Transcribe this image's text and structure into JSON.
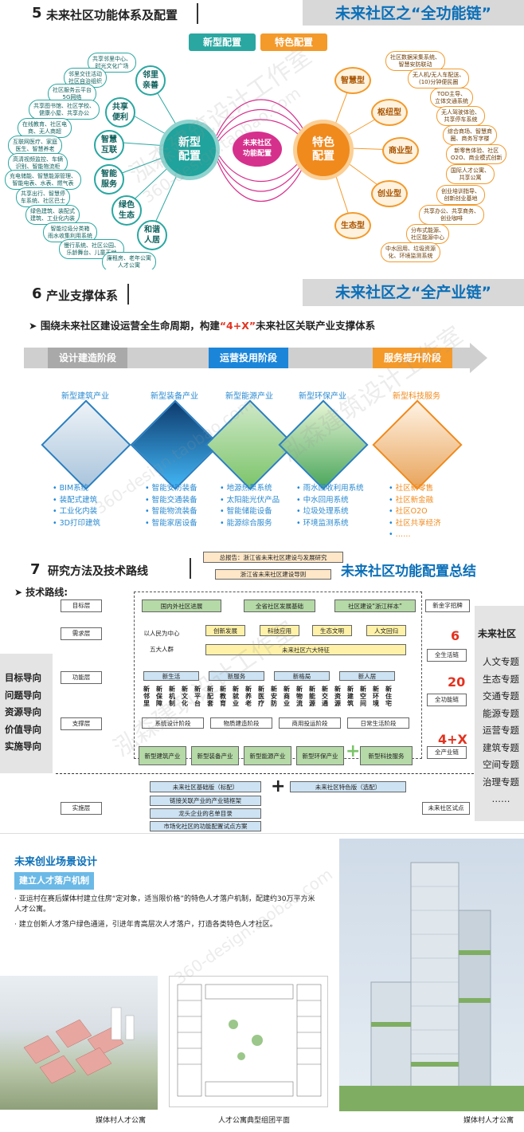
{
  "sec5": {
    "num": "5",
    "title": "未来社区功能体系及配置",
    "banner": "未来社区之“全功能链”",
    "tag_new": "新型配置",
    "tag_special": "特色配置",
    "center": "未来社区\n功能配置",
    "left_hub": "新型\n配置",
    "right_hub": "特色\n配置",
    "left_nodes": [
      "邻里\n亲善",
      "共享\n便利",
      "智慧\n互联",
      "智能\n服务",
      "绿色\n生态",
      "和谐\n人居"
    ],
    "right_nodes": [
      "智慧型",
      "枢纽型",
      "商业型",
      "创业型",
      "生态型"
    ],
    "left_leaves": [
      "共享邻里中心、\n时光文化广场",
      "邻里交往活动\n社区自治组织",
      "社区服务云平台\n5G网络",
      "共享图书馆、社区学校、\n健康小屋、共享办公",
      "在线教育、社区电\n商、无人商超",
      "互联网医疗、家庭\n医生、智慧养老",
      "高清视频监控、车辆\n识别、智能物流柜",
      "充电储能、智慧能源管理、\n智能电表、水表、燃气表",
      "共享出行、智慧停\n车系统、社区巴士",
      "绿色建筑、装配式\n建筑、工业化内装",
      "智能垃圾分类箱\n雨水收集利用系统",
      "慢行系统、社区公园、\n乐龄舞台、儿童天地",
      "廉租房、老年公寓\n人才公寓"
    ],
    "right_leaves": [
      "社区数据采集系统、\n智慧安防联动",
      "无人机/无人车配送、\n(10)分钟便民圈",
      "TOD主导、\n立体交通系统",
      "无人驾驶体验、\n共享停车系统",
      "综合商场、智慧商\n圈、商务写字楼",
      "新零售体验、社区\nO2O、商业模式创新",
      "国际人才公寓、\n共享公寓",
      "创业培训指导、\n创新创业基地",
      "共享办公、共享商务、\n创业咖啡",
      "分布式能源、\n社区能源中心",
      "中水回用、垃圾资源\n化、环境监测系统"
    ]
  },
  "sec6": {
    "num": "6",
    "title": "产业支撑体系",
    "banner": "未来社区之“全产业链”",
    "headline_pre": "围绕未来社区建设运营全生命周期，构建",
    "headline_hl": "“4+X”",
    "headline_post": "未来社区关联产业支撑体系",
    "stages": [
      "设计建造阶段",
      "运营投用阶段",
      "服务提升阶段"
    ],
    "industries": [
      {
        "name": "新型建筑产业",
        "items": [
          "BIM系统",
          "装配式建筑",
          "工业化内装",
          "3D打印建筑"
        ]
      },
      {
        "name": "新型装备产业",
        "items": [
          "智能安防装备",
          "智能交通装备",
          "智能物流装备",
          "智能家居设备"
        ]
      },
      {
        "name": "新型能源产业",
        "items": [
          "地源热泵系统",
          "太阳能光伏产品",
          "智能储能设备",
          "能源综合服务"
        ]
      },
      {
        "name": "新型环保产业",
        "items": [
          "雨水回收利用系统",
          "中水回用系统",
          "垃圾处理系统",
          "环境监测系统"
        ]
      },
      {
        "name": "新型科技服务",
        "items": [
          "社区新零售",
          "社区新金融",
          "社区O2O",
          "社区共享经济",
          "……"
        ]
      }
    ]
  },
  "sec7": {
    "num": "7",
    "title": "研究方法及技术路线",
    "banner": "未来社区功能配置总结",
    "tech_route": "技术路线:",
    "top_box1": "总报告：浙江省未来社区建设与发展研究",
    "top_box2": "浙江省未来社区建设导则",
    "layers": [
      "目标层",
      "需求层",
      "功能层",
      "支撑层",
      "实施层"
    ],
    "left_guides": [
      "目标导向",
      "问题导向",
      "资源导向",
      "价值导向",
      "实施导向"
    ],
    "goal_boxes": [
      "国内外社区进展",
      "全省社区发展基础",
      "社区建设“浙江样本”"
    ],
    "need_left": [
      "以人民为中心",
      "五大人群"
    ],
    "need_values": [
      "创新发展",
      "科技应用",
      "生态文明",
      "人文回归"
    ],
    "need_six": "未来社区六大特征",
    "func_heads": [
      "新生活",
      "新服务",
      "新格局",
      "新人居"
    ],
    "func_cols": [
      "新\n邻\n里",
      "新\n保\n障",
      "新\n机\n制",
      "新\n文\n化",
      "新\n平\n台",
      "新\n配\n套",
      "新\n教\n育",
      "新\n就\n业",
      "新\n养\n老",
      "新\n医\n疗",
      "新\n安\n防",
      "新\n商\n业",
      "新\n物\n流",
      "新\n能\n源",
      "新\n交\n通",
      "新\n资\n源",
      "新\n建\n筑",
      "新\n空\n间",
      "新\n环\n境",
      "新\n住\n宅"
    ],
    "support_boxes": [
      "系统设计阶段",
      "物质建造阶段",
      "商用投运阶段",
      "日常生活阶段"
    ],
    "industry_boxes": [
      "新型建筑产业",
      "新型装备产业",
      "新型能源产业",
      "新型环保产业",
      "新型科技服务"
    ],
    "impl_left": [
      "未来社区基础版（标配）",
      "链接关联产业的产业链框架",
      "龙头企业的名单目录",
      "市场化社区的功能配置试点方案"
    ],
    "impl_right": "未来社区特色版（选配）",
    "right_chain": [
      "新金字招牌",
      "全生活链",
      "全功能链",
      "全产业链",
      "未来社区试点"
    ],
    "big_numbers": [
      "6",
      "20",
      "4+X"
    ],
    "summary_title": "未来社区",
    "summary_items": [
      "人文专题",
      "生态专题",
      "交通专题",
      "能源专题",
      "运营专题",
      "建筑专题",
      "空间专题",
      "治理专题",
      "……"
    ]
  },
  "sec8": {
    "title": "未来创业场景设计",
    "tag": "建立人才落户机制",
    "bullets": [
      "亚运村在赛后媒体村建立住房“定对象，适当限价格”的特色人才落户机制，配建约30万平方米人才公寓。",
      "建立创新人才落户绿色通道，引进年青高层次人才落户，打造各类特色人才社区。"
    ],
    "captions": [
      "媒体村人才公寓",
      "人才公寓典型组团平面",
      "媒体村人才公寓"
    ]
  },
  "watermark": {
    "text1": "泓森建筑设计工作室",
    "text2": "360-design.taobao.com"
  },
  "colors": {
    "teal": "#2aa7a1",
    "orange": "#f39a2b",
    "magenta": "#d6308d",
    "blue": "#1b86d9",
    "banner_blue": "#0b6fb8"
  }
}
